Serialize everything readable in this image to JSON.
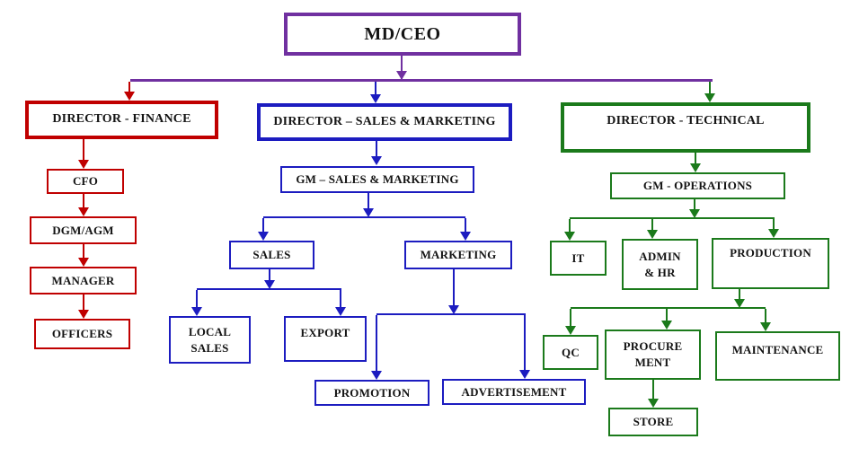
{
  "colors": {
    "purple": "#7030A0",
    "red": "#C00000",
    "blue": "#1C1CC0",
    "green": "#1B7A1B",
    "text": "#141414",
    "background": "#FFFFFF"
  },
  "nodes": {
    "ceo": {
      "label": "MD/CEO"
    },
    "director_finance": {
      "label": "DIRECTOR - FINANCE"
    },
    "director_sales_marketing": {
      "label": "DIRECTOR – SALES & MARKETING"
    },
    "director_technical": {
      "label": "DIRECTOR - TECHNICAL"
    },
    "cfo": {
      "label": "CFO"
    },
    "dgm_agm": {
      "label": "DGM/AGM"
    },
    "manager": {
      "label": "MANAGER"
    },
    "officers": {
      "label": "OFFICERS"
    },
    "gm_sales_marketing": {
      "label": "GM – SALES & MARKETING"
    },
    "sales": {
      "label": "SALES"
    },
    "marketing": {
      "label": "MARKETING"
    },
    "local_sales": {
      "label": [
        "LOCAL",
        "SALES"
      ]
    },
    "export": {
      "label": "EXPORT"
    },
    "promotion": {
      "label": "PROMOTION"
    },
    "advertisement": {
      "label": "ADVERTISEMENT"
    },
    "gm_operations": {
      "label": "GM - OPERATIONS"
    },
    "it": {
      "label": "IT"
    },
    "admin_hr": {
      "label": [
        "ADMIN",
        "& HR"
      ]
    },
    "production": {
      "label": "PRODUCTION"
    },
    "qc": {
      "label": "QC"
    },
    "procurement": {
      "label": [
        "PROCURE",
        "MENT"
      ]
    },
    "maintenance": {
      "label": "MAINTENANCE"
    },
    "store": {
      "label": "STORE"
    }
  },
  "hierarchy": {
    "MD/CEO": [
      "DIRECTOR - FINANCE",
      "DIRECTOR – SALES & MARKETING",
      "DIRECTOR - TECHNICAL"
    ],
    "DIRECTOR - FINANCE": [
      "CFO"
    ],
    "CFO": [
      "DGM/AGM"
    ],
    "DGM/AGM": [
      "MANAGER"
    ],
    "MANAGER": [
      "OFFICERS"
    ],
    "DIRECTOR – SALES & MARKETING": [
      "GM – SALES & MARKETING"
    ],
    "GM – SALES & MARKETING": [
      "SALES",
      "MARKETING"
    ],
    "SALES": [
      "LOCAL SALES",
      "EXPORT"
    ],
    "MARKETING": [
      "PROMOTION",
      "ADVERTISEMENT"
    ],
    "DIRECTOR - TECHNICAL": [
      "GM - OPERATIONS"
    ],
    "GM - OPERATIONS": [
      "IT",
      "ADMIN & HR",
      "PRODUCTION"
    ],
    "PRODUCTION": [
      "QC",
      "PROCUREMENT",
      "MAINTENANCE"
    ],
    "PROCUREMENT": [
      "STORE"
    ]
  }
}
